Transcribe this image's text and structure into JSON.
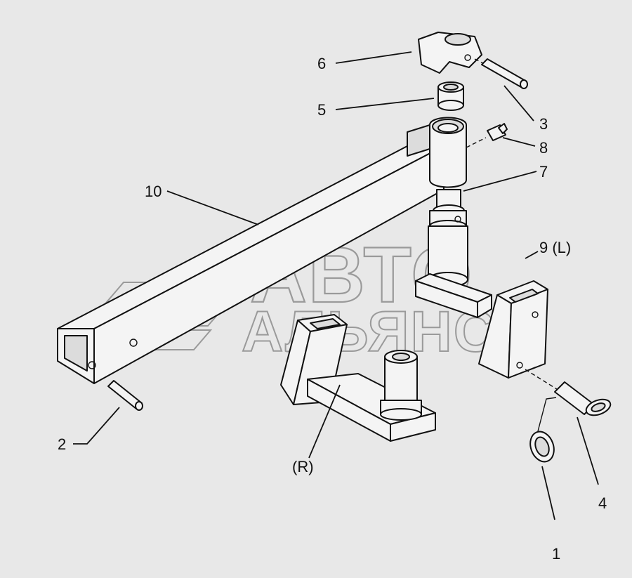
{
  "watermark": {
    "line1": "АВТО",
    "line2": "АЛЬЯНС"
  },
  "callouts": {
    "c1": "1",
    "c2": "2",
    "c3": "3",
    "c4": "4",
    "c5": "5",
    "c6": "6",
    "c7": "7",
    "c8": "8",
    "c9": "9 (L)",
    "c10": "10",
    "cR": "(R)"
  },
  "colors": {
    "background": "#e8e8e8",
    "line": "#111111",
    "watermark": "#9a9a9a"
  }
}
